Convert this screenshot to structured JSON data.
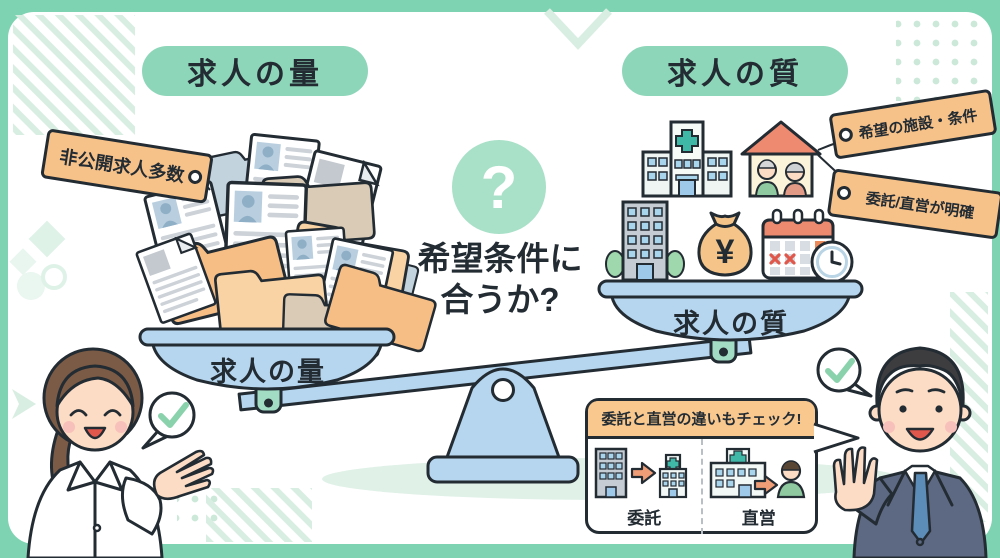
{
  "colors": {
    "frame_teal": "#7ed3b2",
    "badge_mint": "#8ed6b9",
    "question_mint": "#a9e0c8",
    "ink": "#232b33",
    "pan_blue": "#b5d6ee",
    "tag_orange": "#f7c289",
    "header_orange": "#f8c88f",
    "check_green": "#8ad2ac"
  },
  "left_section": {
    "badge": "求人の量",
    "tag": "非公開求人多数",
    "pan_label": "求人の量"
  },
  "right_section": {
    "badge": "求人の質",
    "tag_top": "希望の施設・条件",
    "tag_bottom": "委託/直営が明確",
    "pan_label": "求人の質"
  },
  "center": {
    "question_mark": "?",
    "caption_line1": "希望条件に",
    "caption_line2": "合うか?"
  },
  "check_box": {
    "title": "委託と直営の違いもチェック!",
    "left_label": "委託",
    "right_label": "直営"
  },
  "icons": {
    "yen_symbol": "¥",
    "checkmark": "✓"
  }
}
